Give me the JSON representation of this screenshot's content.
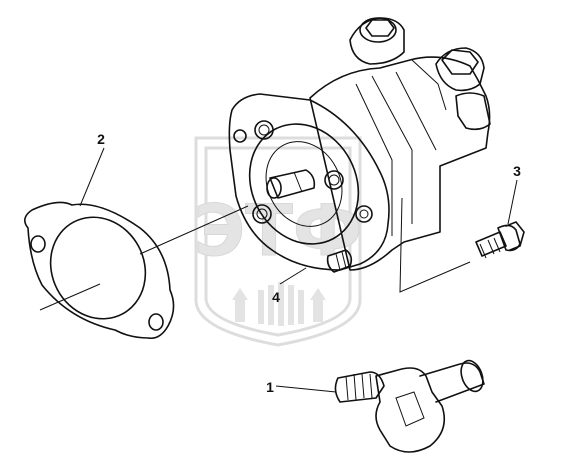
{
  "diagram": {
    "callouts": [
      {
        "id": "1",
        "label": "1"
      },
      {
        "id": "2",
        "label": "2"
      },
      {
        "id": "3",
        "label": "3"
      },
      {
        "id": "4",
        "label": "4"
      }
    ],
    "watermark": {
      "text": "ЭТФ"
    },
    "colors": {
      "line": "#111111",
      "background": "#ffffff",
      "watermark": "#cfcfcf"
    }
  }
}
